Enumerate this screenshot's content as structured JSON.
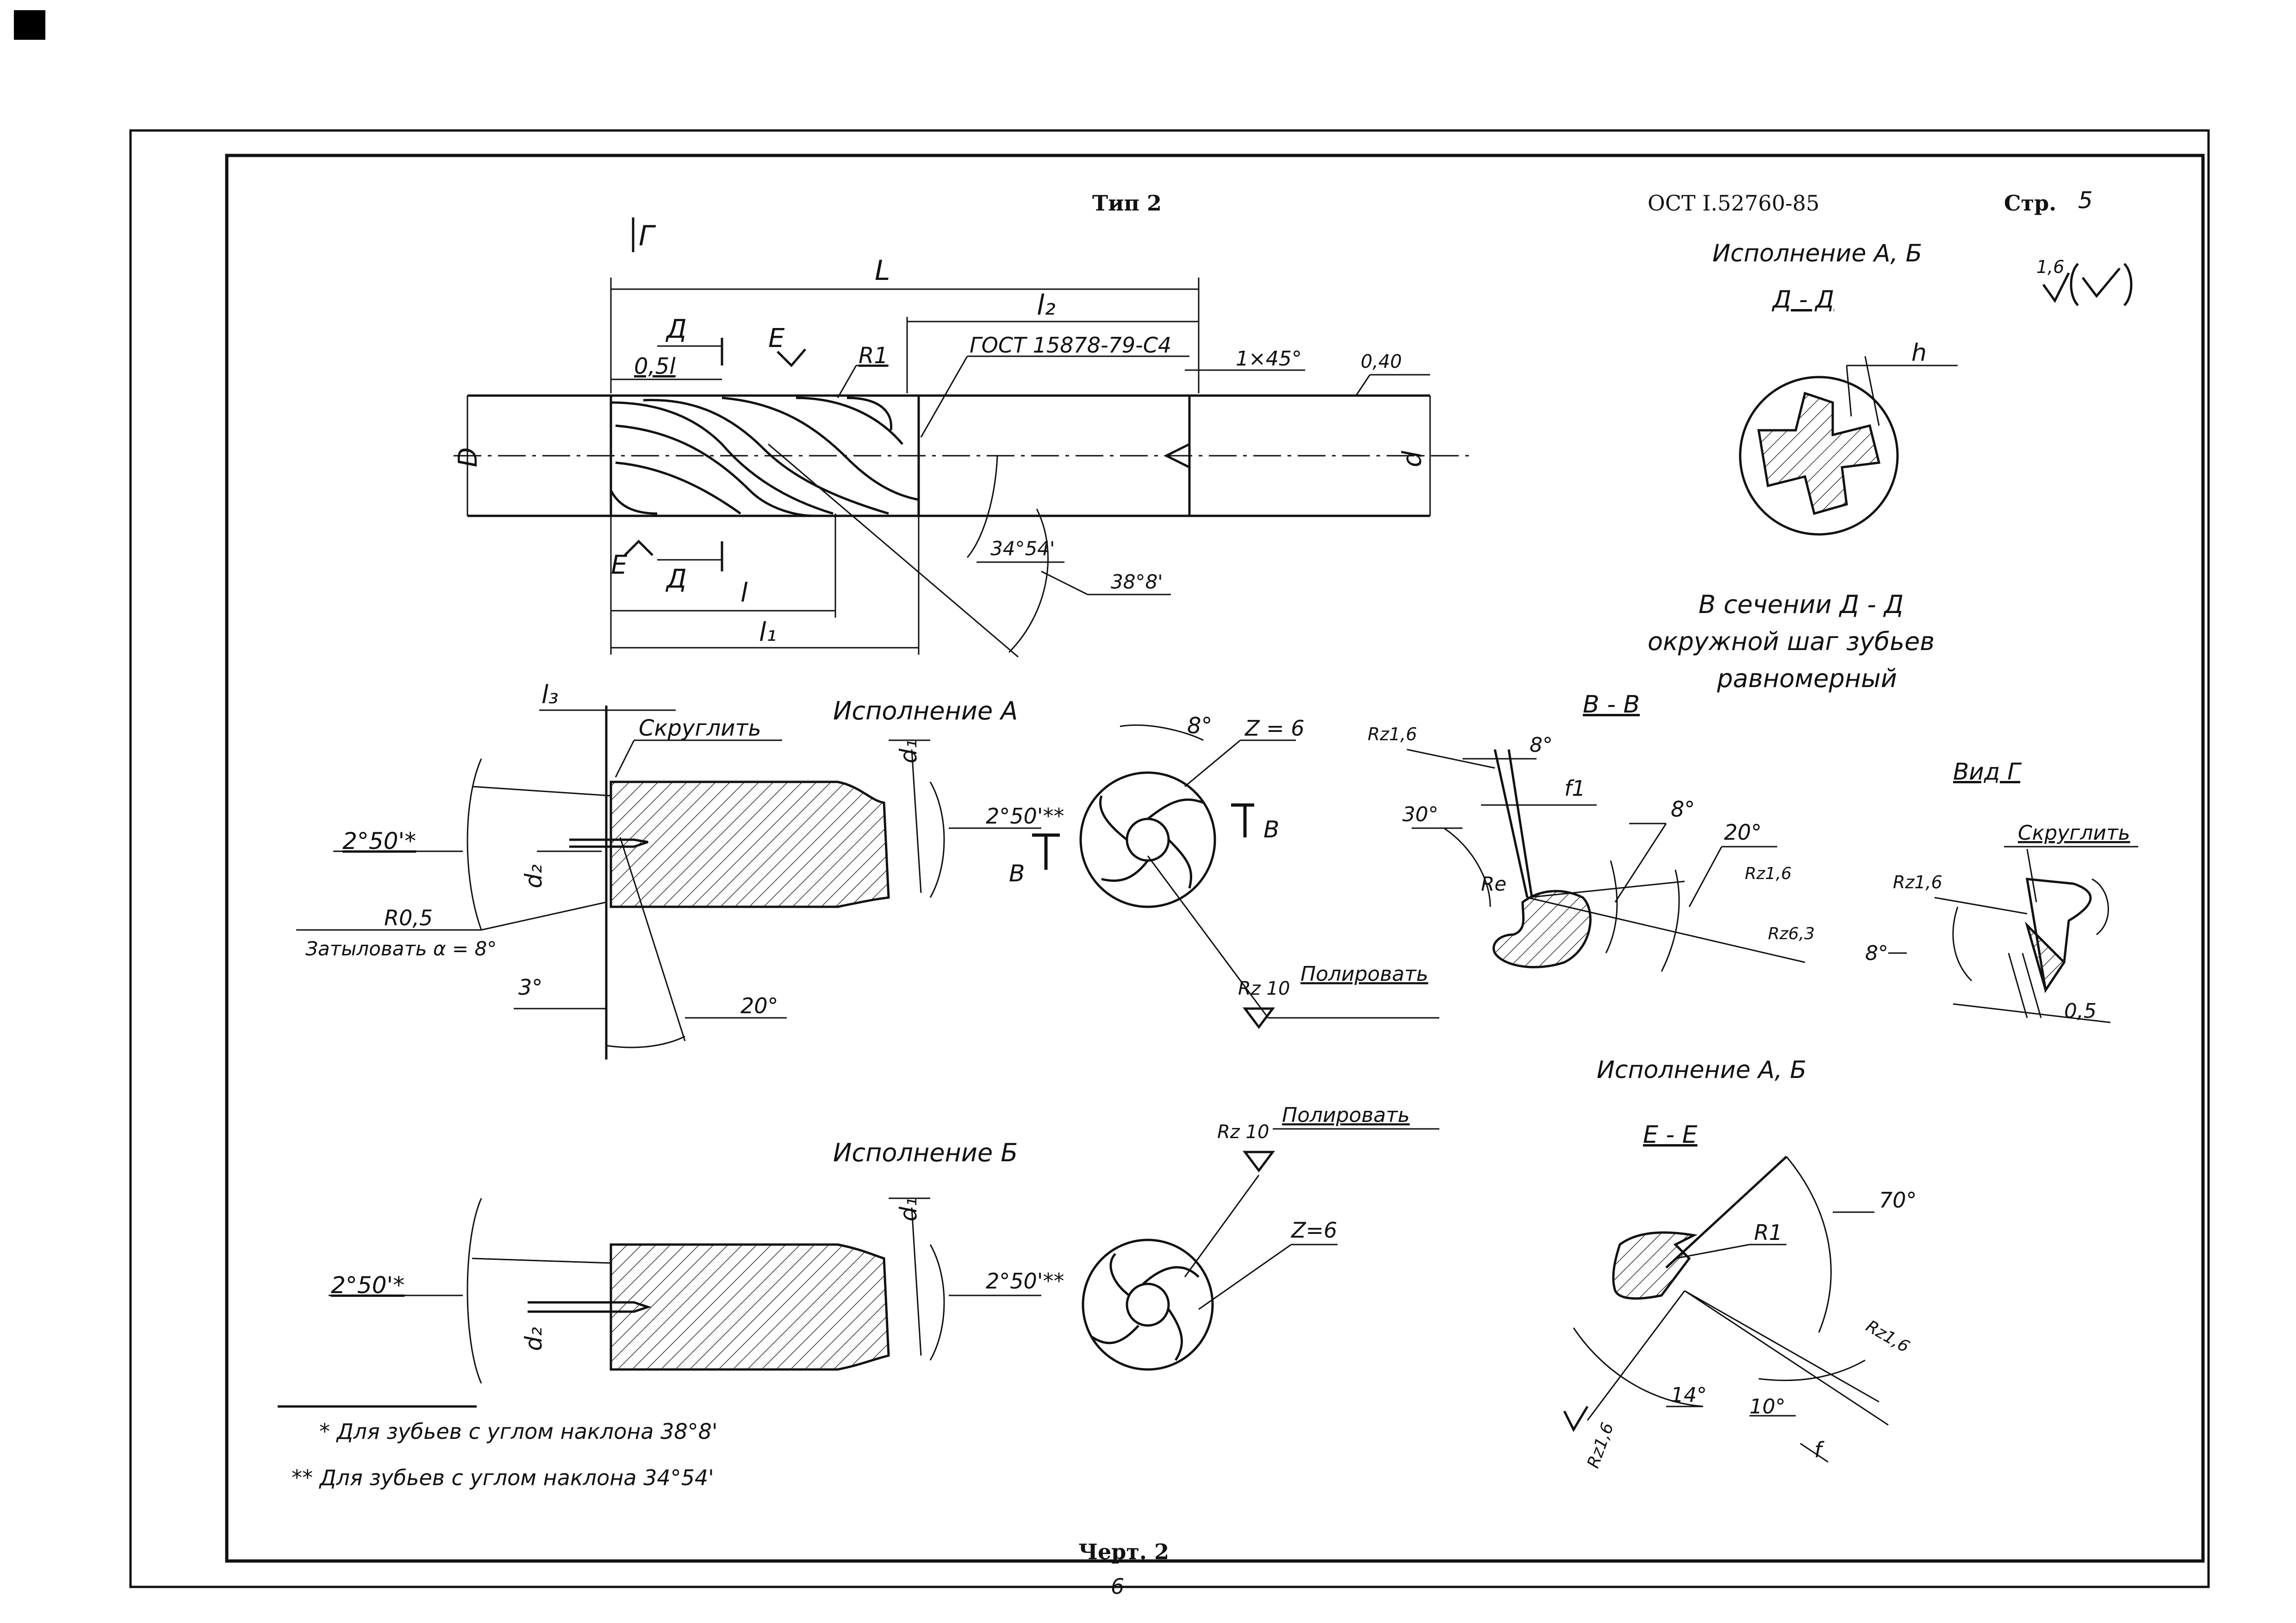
{
  "header": {
    "type": "Тип 2",
    "standard": "ОСТ I.52760-85",
    "page": "Стр.",
    "page_no": "5"
  },
  "top_view": {
    "gamma_mark": "Г",
    "L": "L",
    "l2": "l₂",
    "D": "Д",
    "E": "Е",
    "half_l": "0,5l",
    "R1": "R1",
    "gost": "ГОСТ 15878-79-С4",
    "chamfer": "1×45°",
    "tol": "0,40",
    "d_left": "D",
    "d_right": "d",
    "angle1": "34°54'",
    "angle2": "38°8'",
    "l": "l",
    "l1": "l₁"
  },
  "section_dd": {
    "execution": "Исполнение А, Б",
    "title": "Д - Д",
    "h": "h",
    "roughness": "1,6",
    "note_line1": "В сечении Д - Д",
    "note_line2": "окружной шаг зубьев",
    "note_line3": "равномерный"
  },
  "exec_a": {
    "title": "Исполнение А",
    "l3": "l₃",
    "round": "Скруглить",
    "d1": "d₁",
    "d2": "d₂",
    "angle_left": "2°50'*",
    "angle_right": "2°50'**",
    "r05": "R0,5",
    "relief": "Затыловать α = 8°",
    "a3": "3°",
    "a20": "20°",
    "deg8": "8°",
    "z6": "Z = 6",
    "b_left": "В",
    "b_right": "В",
    "rz10": "Rz 10",
    "polish": "Полировать"
  },
  "section_vv": {
    "title": "В - В",
    "rz16a": "Rz1,6",
    "a8a": "8°",
    "f1": "f1",
    "a30": "30°",
    "a8b": "8°",
    "a20": "20°",
    "rz16b": "Rz1,6",
    "rz63": "Rz6,3",
    "re": "Re"
  },
  "view_g": {
    "title": "Вид Г",
    "round": "Скруглить",
    "rz16": "Rz1,6",
    "a8": "8°",
    "dim": "0,5"
  },
  "exec_b": {
    "title": "Исполнение Б",
    "rz10": "Rz 10",
    "polish": "Полировать",
    "d1": "d₁",
    "d2": "d₂",
    "angle_left": "2°50'*",
    "angle_right": "2°50'**",
    "z6": "Z=6"
  },
  "section_ee": {
    "execution": "Исполнение А, Б",
    "title": "Е - Е",
    "a70": "70°",
    "R1": "R1",
    "rz16a": "Rz1,6",
    "a14": "14°",
    "a10": "10°",
    "rz16b": "Rz1,6",
    "f": "f"
  },
  "footnotes": {
    "n1": "* Для зубьев с углом наклона 38°8'",
    "n2": "** Для зубьев с углом наклона 34°54'"
  },
  "footer": {
    "drawing": "Черт. 2",
    "sheet": "6"
  }
}
